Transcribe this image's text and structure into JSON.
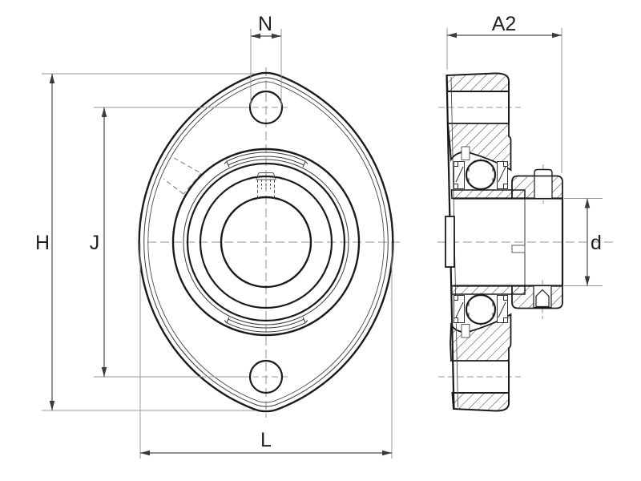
{
  "drawing": {
    "kind": "2-bolt oval flange bearing unit, front view and sectioned side view"
  },
  "dimension_labels": {
    "height": "H",
    "bolt_center_distance": "J",
    "bolt_hole_width": "N",
    "unit_width": "A2",
    "bore_diameter": "d",
    "flange_width": "L"
  },
  "colors": {
    "background": "#ffffff",
    "outline": "#1b1b1b",
    "thin_line": "#3a3a3a",
    "hatch_line": "#3a3a3a",
    "dimension_line": "#4a4a4a",
    "extension_line": "#999999",
    "centerline": "#9a9a9a",
    "label_text": "#222222"
  }
}
